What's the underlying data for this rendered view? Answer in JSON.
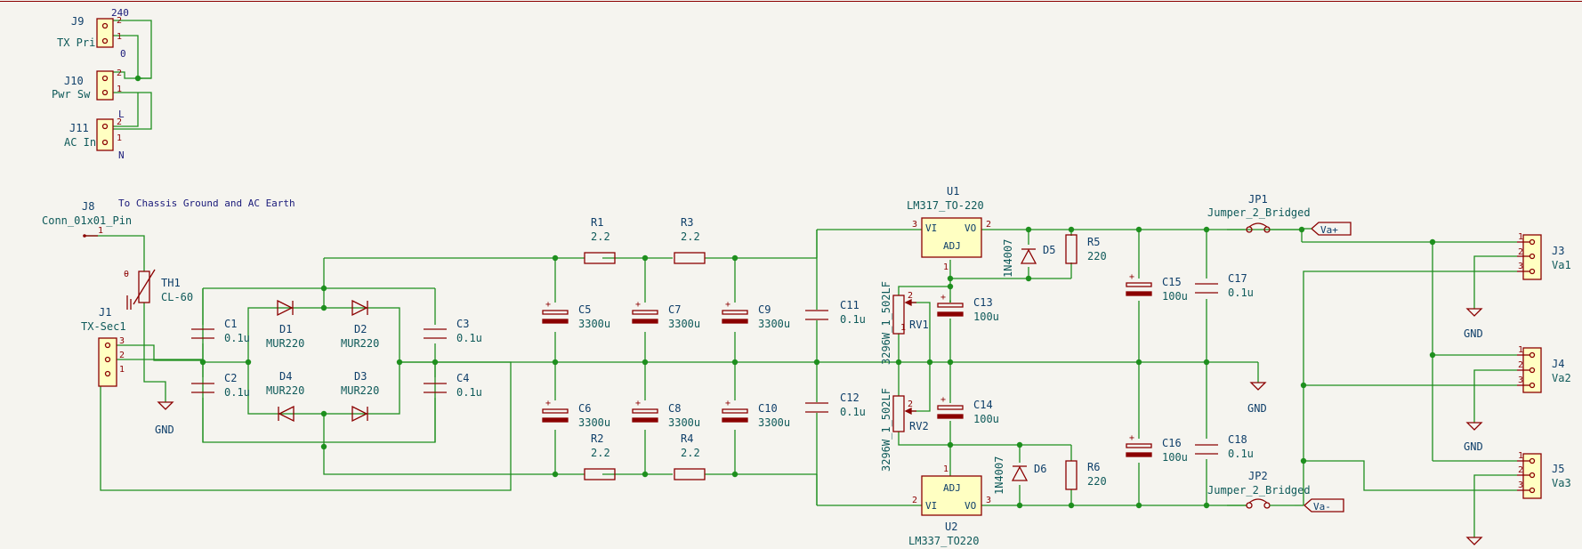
{
  "connectors": {
    "j9": {
      "ref": "J9",
      "value": "TX Pri",
      "net_top": "240",
      "net_bottom": "0",
      "pin1": "1",
      "pin2": "2"
    },
    "j10": {
      "ref": "J10",
      "value": "Pwr Sw",
      "pin1": "1",
      "pin2": "2"
    },
    "j11": {
      "ref": "J11",
      "value": "AC In",
      "net_top": "L",
      "net_bottom": "N",
      "pin1": "1",
      "pin2": "2"
    },
    "j8": {
      "ref": "J8",
      "value": "Conn_01x01_Pin",
      "pin1": "1"
    },
    "j1": {
      "ref": "J1",
      "value": "TX-Sec1",
      "pin1": "1",
      "pin2": "2",
      "pin3": "3"
    },
    "j3": {
      "ref": "J3",
      "value": "Va1",
      "pin1": "1",
      "pin2": "2",
      "pin3": "3"
    },
    "j4": {
      "ref": "J4",
      "value": "Va2",
      "pin1": "1",
      "pin2": "2",
      "pin3": "3"
    },
    "j5": {
      "ref": "J5",
      "value": "Va3",
      "pin1": "1",
      "pin2": "2",
      "pin3": "3"
    }
  },
  "notes": {
    "chassis": "To Chassis Ground and AC Earth"
  },
  "thermistor": {
    "ref": "TH1",
    "value": "CL-60"
  },
  "caps_small": [
    {
      "ref": "C1",
      "value": "0.1u"
    },
    {
      "ref": "C2",
      "value": "0.1u"
    },
    {
      "ref": "C3",
      "value": "0.1u"
    },
    {
      "ref": "C4",
      "value": "0.1u"
    },
    {
      "ref": "C11",
      "value": "0.1u"
    },
    {
      "ref": "C12",
      "value": "0.1u"
    },
    {
      "ref": "C17",
      "value": "0.1u"
    },
    {
      "ref": "C18",
      "value": "0.1u"
    }
  ],
  "caps_bulk": [
    {
      "ref": "C5",
      "value": "3300u"
    },
    {
      "ref": "C6",
      "value": "3300u"
    },
    {
      "ref": "C7",
      "value": "3300u"
    },
    {
      "ref": "C8",
      "value": "3300u"
    },
    {
      "ref": "C9",
      "value": "3300u"
    },
    {
      "ref": "C10",
      "value": "3300u"
    },
    {
      "ref": "C13",
      "value": "100u"
    },
    {
      "ref": "C14",
      "value": "100u"
    },
    {
      "ref": "C15",
      "value": "100u"
    },
    {
      "ref": "C16",
      "value": "100u"
    }
  ],
  "diodes": [
    {
      "ref": "D1",
      "value": "MUR220"
    },
    {
      "ref": "D2",
      "value": "MUR220"
    },
    {
      "ref": "D3",
      "value": "MUR220"
    },
    {
      "ref": "D4",
      "value": "MUR220"
    },
    {
      "ref": "D5",
      "value": "1N4007"
    },
    {
      "ref": "D6",
      "value": "1N4007"
    }
  ],
  "resistors": [
    {
      "ref": "R1",
      "value": "2.2"
    },
    {
      "ref": "R2",
      "value": "2.2"
    },
    {
      "ref": "R3",
      "value": "2.2"
    },
    {
      "ref": "R4",
      "value": "2.2"
    },
    {
      "ref": "R5",
      "value": "220"
    },
    {
      "ref": "R6",
      "value": "220"
    }
  ],
  "pots": [
    {
      "ref": "RV1",
      "value": "3296W_1_502LF"
    },
    {
      "ref": "RV2",
      "value": "3296W_1_502LF"
    }
  ],
  "regs": {
    "u1": {
      "ref": "U1",
      "value": "LM317_TO-220",
      "vi": "VI",
      "vo": "VO",
      "adj": "ADJ",
      "p1": "1",
      "p2": "2",
      "p3": "3"
    },
    "u2": {
      "ref": "U2",
      "value": "LM337_TO220",
      "vi": "VI",
      "vo": "VO",
      "adj": "ADJ",
      "p1": "1",
      "p2": "2",
      "p3": "3"
    }
  },
  "jumpers": [
    {
      "ref": "JP1",
      "value": "Jumper_2_Bridged"
    },
    {
      "ref": "JP2",
      "value": "Jumper_2_Bridged"
    }
  ],
  "labels": {
    "vap": "Va+",
    "vam": "Va-"
  },
  "gnd": "GND",
  "pins": {
    "one": "1",
    "two": "2",
    "three": "3"
  }
}
